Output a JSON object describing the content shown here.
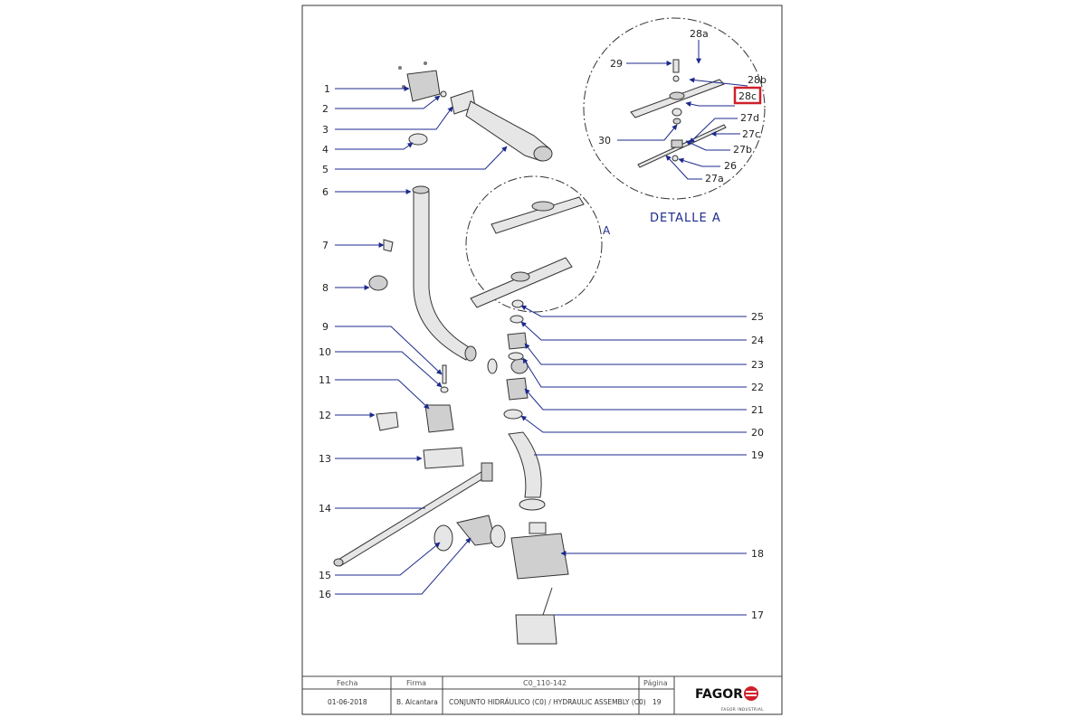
{
  "detail_marker": "A",
  "detail_title": "DETALLE A",
  "callouts": {
    "c1": "1",
    "c2": "2",
    "c3": "3",
    "c4": "4",
    "c5": "5",
    "c6": "6",
    "c7": "7",
    "c8": "8",
    "c9": "9",
    "c10": "10",
    "c11": "11",
    "c12": "12",
    "c13": "13",
    "c14": "14",
    "c15": "15",
    "c16": "16",
    "c17": "17",
    "c18": "18",
    "c19": "19",
    "c20": "20",
    "c21": "21",
    "c22": "22",
    "c23": "23",
    "c24": "24",
    "c25": "25",
    "c26": "26",
    "c27a": "27a",
    "c27b": "27b",
    "c27c": "27c",
    "c27d": "27d",
    "c28a": "28a",
    "c28b": "28b",
    "c28c": "28c",
    "c29": "29",
    "c30": "30"
  },
  "highlight_callout": "28c",
  "title_block": {
    "fecha_label": "Fecha",
    "fecha_value": "01-06-2018",
    "firma_label": "Firma",
    "firma_value": "B. Alcantara",
    "code": "C0_110-142",
    "description": "CONJUNTO HIDRÁULICO (C0) / HYDRAULIC ASSEMBLY (C0)",
    "pagina_label": "Página",
    "pagina_value": "19",
    "brand": "FAGOR",
    "brand_sub": "FAGOR INDUSTRIAL"
  },
  "colors": {
    "leader": "#1c2a8c",
    "highlight": "#d0202a",
    "brand": "#d0202a"
  }
}
